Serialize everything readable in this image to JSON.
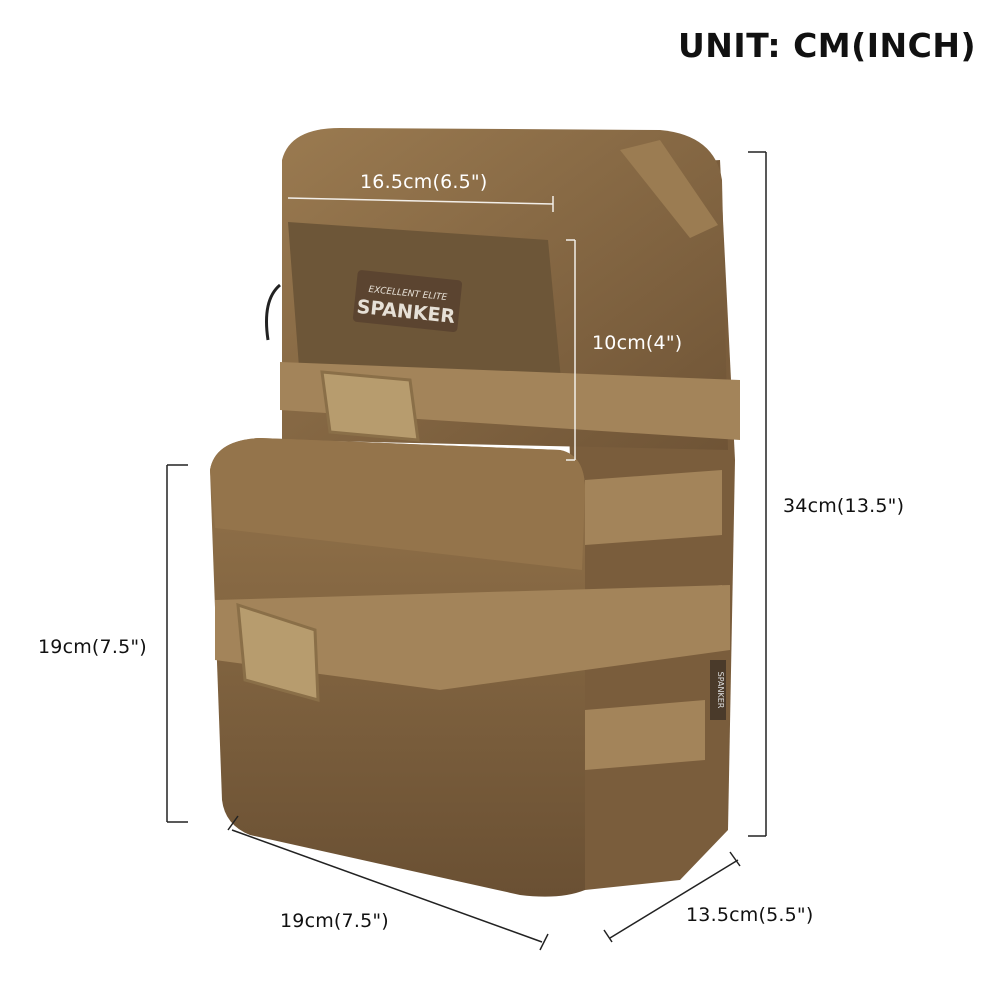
{
  "title": "UNIT: CM(INCH)",
  "brand_patch": {
    "line1": "EXCELLENT ELITE",
    "line2": "SPANKER"
  },
  "side_tag": "SPANKER",
  "dimensions": {
    "front_panel_width": "16.5cm(6.5\")",
    "front_panel_height": "10cm(4\")",
    "total_height": "34cm(13.5\")",
    "lower_pouch_height": "19cm(7.5\")",
    "width": "19cm(7.5\")",
    "depth": "13.5cm(5.5\")"
  },
  "colors": {
    "bag": "#8b6b45",
    "bag_dark": "#6f5436",
    "webbing": "#a3845a",
    "buckle": "#b79c6e",
    "background": "#ffffff"
  }
}
